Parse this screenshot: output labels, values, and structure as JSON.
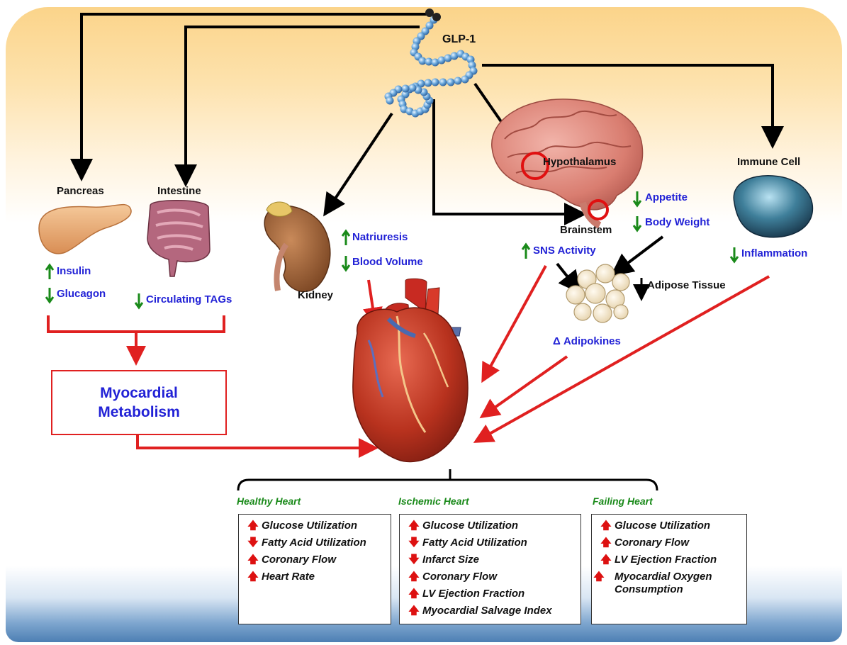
{
  "title": "GLP-1",
  "organs": {
    "pancreas": "Pancreas",
    "intestine": "Intestine",
    "kidney": "Kidney",
    "hypothalamus": "Hypothalamus",
    "brainstem": "Brainstem",
    "immune_cell": "Immune Cell",
    "adipose_tissue": "Adipose Tissue"
  },
  "effects": {
    "insulin": {
      "label": "Insulin",
      "direction": "up"
    },
    "glucagon": {
      "label": "Glucagon",
      "direction": "down"
    },
    "circulating_tags": {
      "label": "Circulating TAGs",
      "direction": "down"
    },
    "natriuresis": {
      "label": "Natriuresis",
      "direction": "up"
    },
    "blood_volume": {
      "label": "Blood Volume",
      "direction": "down"
    },
    "sns_activity": {
      "label": "SNS Activity",
      "direction": "up"
    },
    "appetite": {
      "label": "Appetite",
      "direction": "down"
    },
    "body_weight": {
      "label": "Body Weight",
      "direction": "down"
    },
    "inflammation": {
      "label": "Inflammation",
      "direction": "down"
    },
    "adipokines": {
      "label": "Δ Adipokines"
    }
  },
  "metabolism_box": {
    "line1": "Myocardial",
    "line2": "Metabolism"
  },
  "outcomes": [
    {
      "heading": "Healthy Heart",
      "items": [
        {
          "text": "Glucose Utilization",
          "dir": "up"
        },
        {
          "text": "Fatty Acid Utilization",
          "dir": "down"
        },
        {
          "text": "Coronary Flow",
          "dir": "up"
        },
        {
          "text": "Heart Rate",
          "dir": "up"
        }
      ]
    },
    {
      "heading": "Ischemic Heart",
      "items": [
        {
          "text": "Glucose Utilization",
          "dir": "up"
        },
        {
          "text": "Fatty Acid Utilization",
          "dir": "down"
        },
        {
          "text": "Infarct Size",
          "dir": "down"
        },
        {
          "text": "Coronary Flow",
          "dir": "up"
        },
        {
          "text": "LV Ejection Fraction",
          "dir": "up"
        },
        {
          "text": "Myocardial Salvage Index",
          "dir": "up"
        }
      ]
    },
    {
      "heading": "Failing Heart",
      "items": [
        {
          "text": "Glucose Utilization",
          "dir": "up"
        },
        {
          "text": "Coronary Flow",
          "dir": "up"
        },
        {
          "text": "LV Ejection Fraction",
          "dir": "up"
        },
        {
          "text": "Myocardial Oxygen Consumption",
          "dir": "up"
        }
      ]
    }
  ],
  "colors": {
    "effect_text": "#2222d6",
    "up_arrow": "#1a8a1a",
    "red_arrow": "#e02020",
    "heading": "#1a8a1a"
  }
}
